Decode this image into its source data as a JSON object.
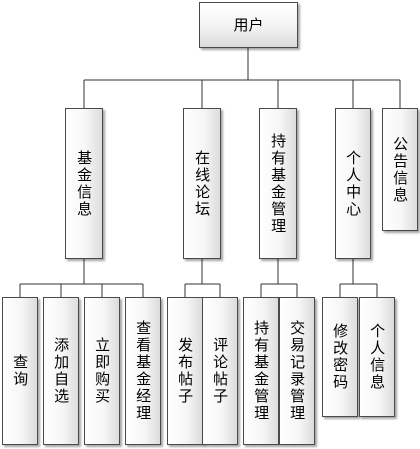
{
  "root": "用户",
  "groups": [
    {
      "label": "基金信息",
      "children": [
        "查询",
        "添加自选",
        "立即购买",
        "查看基金经理"
      ]
    },
    {
      "label": "在线论坛",
      "children": [
        "发布帖子",
        "评论帖子"
      ]
    },
    {
      "label": "持有基金管理",
      "children": [
        "持有基金管理",
        "交易记录管理"
      ]
    },
    {
      "label": "个人中心",
      "children": [
        "修改密码",
        "个人信息"
      ]
    },
    {
      "label": "公告信息",
      "children": []
    }
  ]
}
